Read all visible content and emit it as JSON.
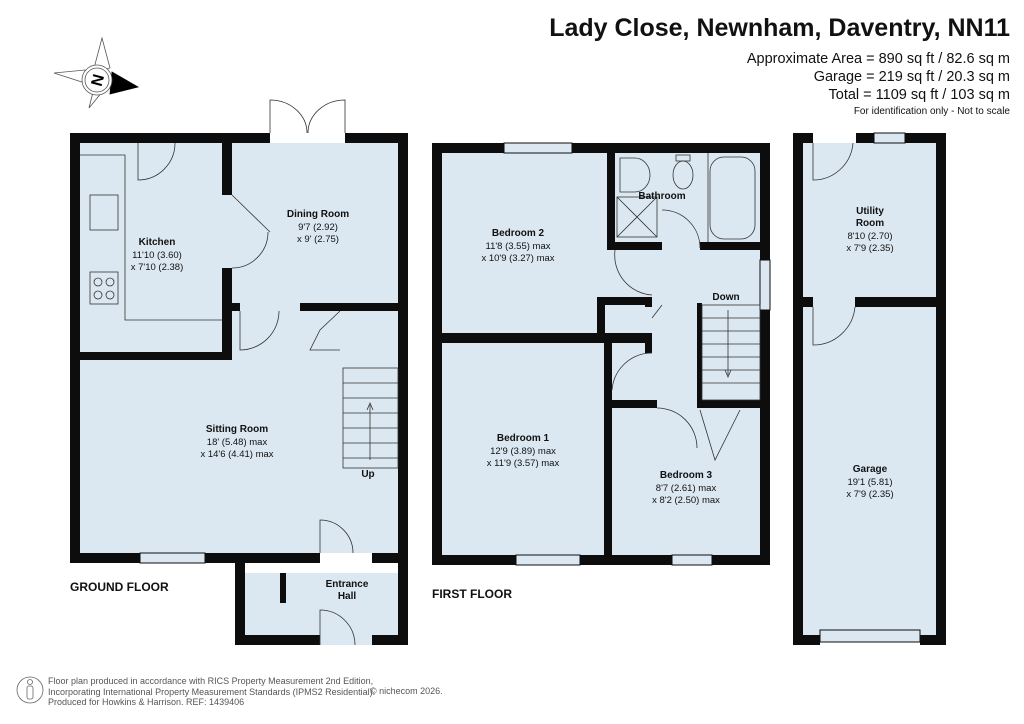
{
  "header": {
    "title": "Lady Close, Newnham, Daventry, NN11",
    "approximate_area": "Approximate Area = 890 sq ft / 82.6 sq m",
    "garage_area": "Garage = 219 sq ft / 20.3 sq m",
    "total_area": "Total = 1109 sq ft / 103 sq m",
    "note": "For identification only - Not to scale"
  },
  "compass": {
    "label": "N",
    "icon": "compass-north-icon"
  },
  "floors": {
    "ground": "GROUND FLOOR",
    "first": "FIRST FLOOR"
  },
  "rooms": {
    "kitchen": {
      "name": "Kitchen",
      "dim1": "11'10 (3.60)",
      "dim2": "x 7'10 (2.38)"
    },
    "dining": {
      "name": "Dining Room",
      "dim1": "9'7 (2.92)",
      "dim2": "x 9' (2.75)"
    },
    "sitting": {
      "name": "Sitting Room",
      "dim1": "18' (5.48) max",
      "dim2": "x 14'6 (4.41) max"
    },
    "entrance": {
      "name1": "Entrance",
      "name2": "Hall"
    },
    "bedroom2": {
      "name": "Bedroom 2",
      "dim1": "11'8 (3.55) max",
      "dim2": "x 10'9 (3.27) max"
    },
    "bathroom": {
      "name": "Bathroom"
    },
    "bedroom1": {
      "name": "Bedroom 1",
      "dim1": "12'9 (3.89) max",
      "dim2": "x 11'9 (3.57) max"
    },
    "bedroom3": {
      "name": "Bedroom 3",
      "dim1": "8'7 (2.61) max",
      "dim2": "x 8'2 (2.50) max"
    },
    "utility": {
      "name1": "Utility",
      "name2": "Room",
      "dim1": "8'10 (2.70)",
      "dim2": "x 7'9 (2.35)"
    },
    "garage": {
      "name": "Garage",
      "dim1": "19'1 (5.81)",
      "dim2": "x 7'9 (2.35)"
    }
  },
  "stairs": {
    "up": "Up",
    "down": "Down"
  },
  "footer": {
    "line1": "Floor plan produced in accordance with RICS Property Measurement 2nd Edition,",
    "line2": "Incorporating International Property Measurement Standards (IPMS2 Residential).",
    "line3": "Produced for Howkins & Harrison.   REF: 1439406",
    "copyright": "© nichecom 2026."
  },
  "colors": {
    "room_fill": "#dce8f1",
    "wall": "#0d0d0d"
  }
}
